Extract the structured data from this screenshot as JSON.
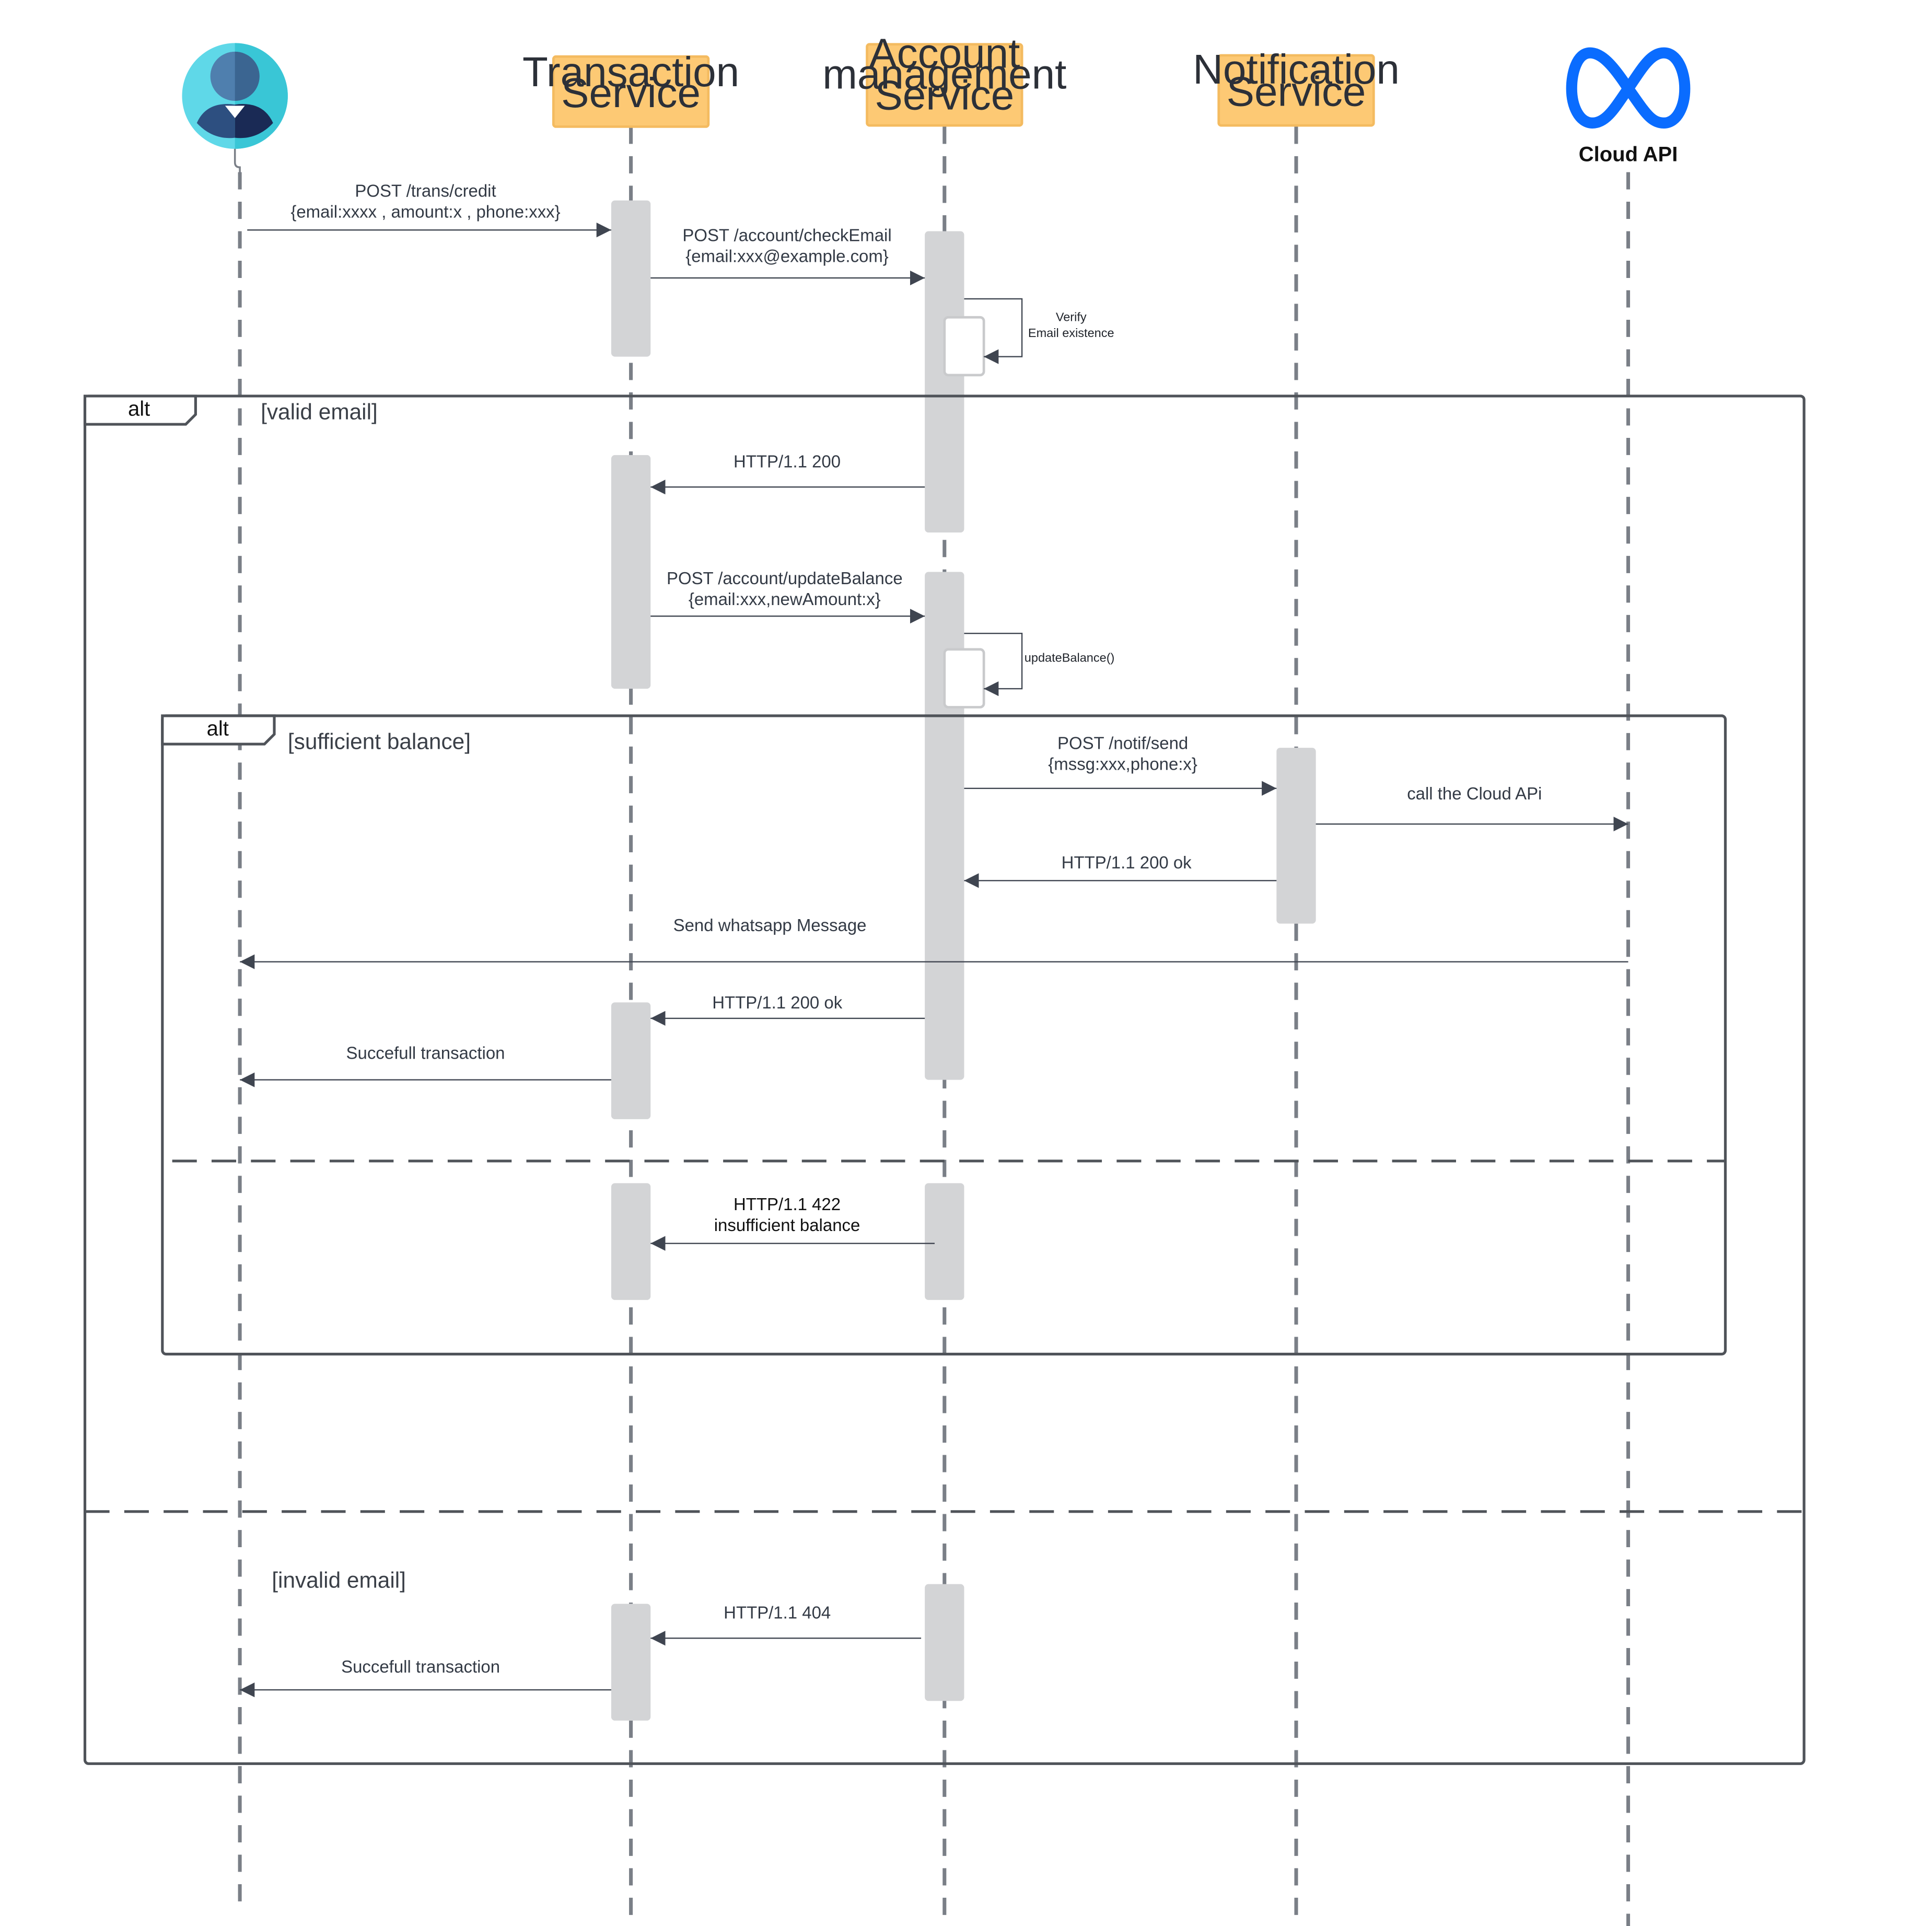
{
  "participants": {
    "transaction": [
      "Transaction",
      "Service"
    ],
    "account": [
      "Account",
      "management",
      "Service"
    ],
    "notification": [
      "Notification",
      "Service"
    ],
    "cloud_api": "Cloud API"
  },
  "icons": {
    "user": "user-avatar-icon",
    "meta": "meta-logo-icon"
  },
  "colors": {
    "participant_box": "#fdc974",
    "activation": "#d3d4d6",
    "avatar": "#5fd8e8",
    "meta_blue": "#0a6cff"
  },
  "messages": {
    "post_credit": [
      "POST /trans/credit",
      "{email:xxxx , amount:x , phone:xxx}"
    ],
    "check_email": [
      "POST /account/checkEmail",
      "{email:xxx@example.com}"
    ],
    "verify_email": [
      "Verify",
      "Email existence"
    ],
    "http_200_a": "HTTP/1.1 200",
    "update_balance": [
      "POST /account/updateBalance",
      "{email:xxx,newAmount:x}"
    ],
    "update_balance_fn": "updateBalance()",
    "notif_send": [
      "POST /notif/send",
      "{mssg:xxx,phone:x}"
    ],
    "call_cloud": "call the Cloud APi",
    "http_200_ok_a": "HTTP/1.1 200 ok",
    "send_whatsapp": "Send whatsapp Message",
    "http_200_ok_b": "HTTP/1.1 200 ok",
    "success_a": "Succefull transaction",
    "http_422": [
      "HTTP/1.1 422",
      "insufficient balance"
    ],
    "http_404": "HTTP/1.1 404",
    "success_b": "Succefull transaction"
  },
  "fragments": {
    "outer_tag": "alt",
    "outer_guard_1": "[valid email]",
    "outer_guard_2": "[invalid email]",
    "inner_tag": "alt",
    "inner_guard_1": "[sufficient balance]"
  }
}
